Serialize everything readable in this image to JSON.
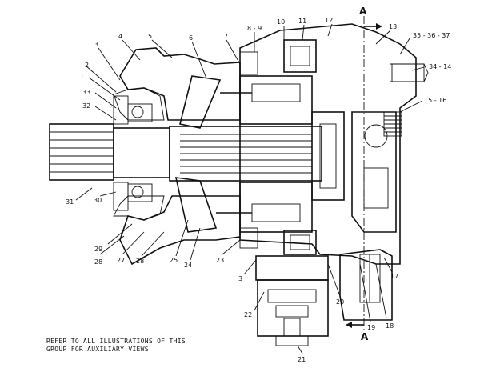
{
  "caption": {
    "line1": "REFER TO ALL ILLUSTRATIONS OF THIS",
    "line2": "GROUP FOR AUXILIARY VIEWS"
  },
  "section_labels": {
    "top": "A",
    "bottom": "A"
  },
  "callouts": [
    {
      "id": "c1",
      "text": "1"
    },
    {
      "id": "c2",
      "text": "2"
    },
    {
      "id": "c3a",
      "text": "3"
    },
    {
      "id": "c4",
      "text": "4"
    },
    {
      "id": "c5",
      "text": "5"
    },
    {
      "id": "c6",
      "text": "6"
    },
    {
      "id": "c7",
      "text": "7"
    },
    {
      "id": "c89",
      "text": "8 - 9"
    },
    {
      "id": "c10",
      "text": "10"
    },
    {
      "id": "c11",
      "text": "11"
    },
    {
      "id": "c12",
      "text": "12"
    },
    {
      "id": "c13",
      "text": "13"
    },
    {
      "id": "c353637",
      "text": "35 - 36 - 37"
    },
    {
      "id": "c3414",
      "text": "34 - 14"
    },
    {
      "id": "c1516",
      "text": "15 - 16"
    },
    {
      "id": "c33",
      "text": "33"
    },
    {
      "id": "c32",
      "text": "32"
    },
    {
      "id": "c31",
      "text": "31"
    },
    {
      "id": "c30",
      "text": "30"
    },
    {
      "id": "c29",
      "text": "29"
    },
    {
      "id": "c28a",
      "text": "28"
    },
    {
      "id": "c27",
      "text": "27"
    },
    {
      "id": "c28b",
      "text": "28"
    },
    {
      "id": "c25",
      "text": "25"
    },
    {
      "id": "c24",
      "text": "24"
    },
    {
      "id": "c23",
      "text": "23"
    },
    {
      "id": "c3b",
      "text": "3"
    },
    {
      "id": "c22",
      "text": "22"
    },
    {
      "id": "c21",
      "text": "21"
    },
    {
      "id": "c20",
      "text": "20"
    },
    {
      "id": "c19",
      "text": "19"
    },
    {
      "id": "c18",
      "text": "18"
    },
    {
      "id": "c17",
      "text": "17"
    }
  ]
}
